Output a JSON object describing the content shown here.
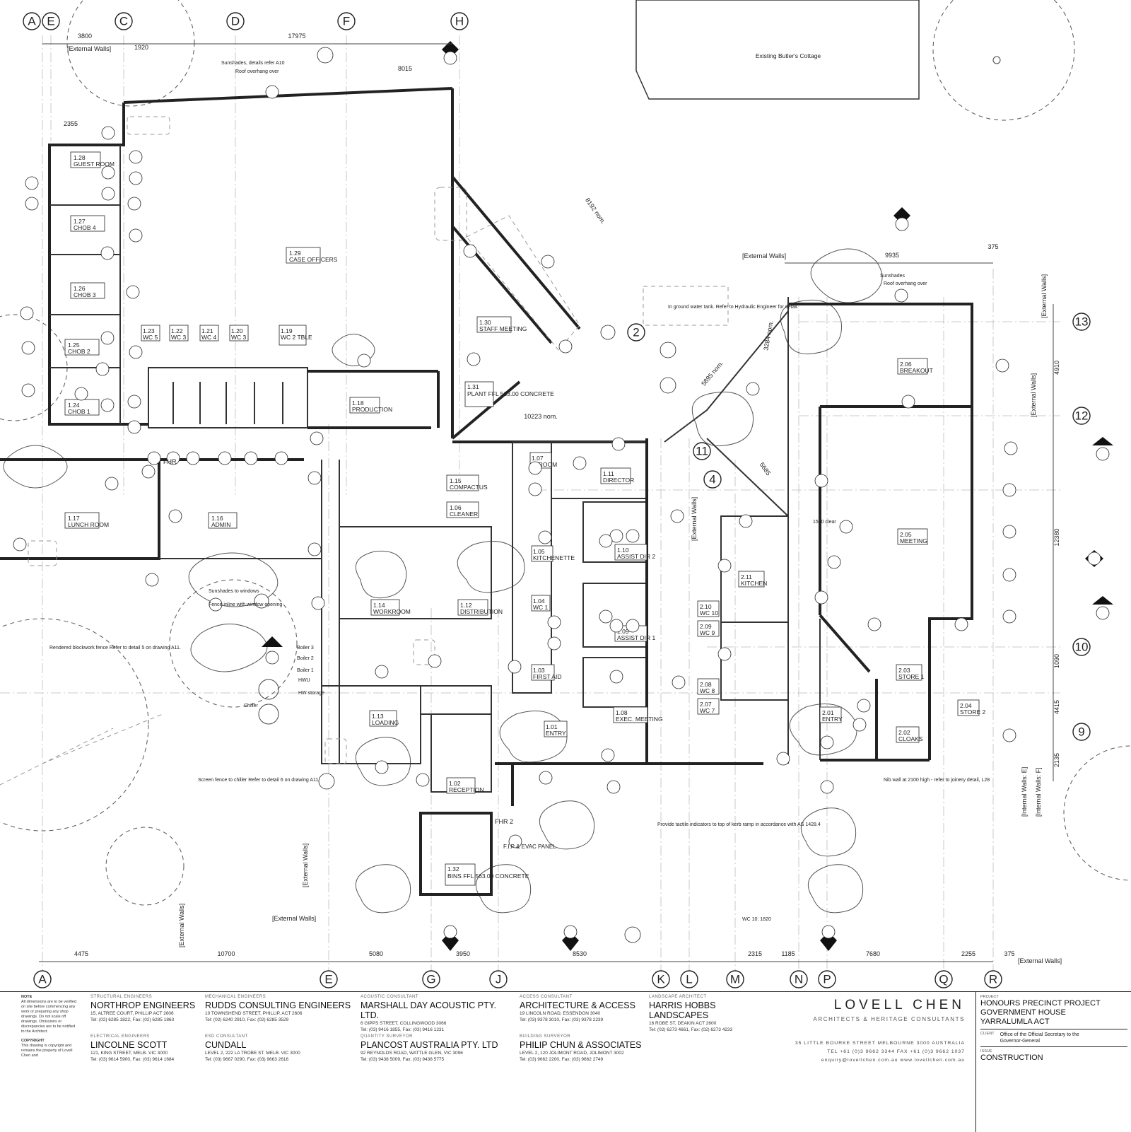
{
  "grid_top": [
    "A",
    "E",
    "C",
    "D",
    "F",
    "H"
  ],
  "grid_bottom": [
    "A",
    "E",
    "G",
    "J",
    "K",
    "L",
    "M",
    "N",
    "P",
    "Q",
    "R"
  ],
  "grid_right": [
    "13",
    "12",
    "10",
    "9"
  ],
  "grid_mid": [
    "2",
    "11",
    "4"
  ],
  "external_walls": "[External Walls]",
  "internal_walls_e": "[Internal Walls: E]",
  "internal_walls_f": "[Internal Walls: F]",
  "top_dims": [
    "3800",
    "17975",
    "1920",
    "8015",
    "2355",
    "9935",
    "375"
  ],
  "bottom_dims": [
    "4475",
    "10700",
    "5080",
    "3950",
    "8530",
    "2315",
    "1185",
    "7680",
    "2255",
    "375"
  ],
  "right_dims": [
    "4910",
    "12380",
    "1090",
    "4415",
    "2135"
  ],
  "rooms": [
    {
      "num": "1.28",
      "name": "GUEST ROOM"
    },
    {
      "num": "1.27",
      "name": "CHOB 4"
    },
    {
      "num": "1.26",
      "name": "CHOB 3"
    },
    {
      "num": "1.25",
      "name": "CHOB 2"
    },
    {
      "num": "1.24",
      "name": "CHOB 1"
    },
    {
      "num": "1.29",
      "name": "CASE OFFICERS"
    },
    {
      "num": "1.23",
      "name": "WC 5"
    },
    {
      "num": "1.22",
      "name": "WC 3"
    },
    {
      "num": "1.21",
      "name": "WC 4"
    },
    {
      "num": "1.20",
      "name": "WC 3"
    },
    {
      "num": "1.19",
      "name": "WC 2 TBLE"
    },
    {
      "num": "1.18",
      "name": "PRODUCTION"
    },
    {
      "num": "1.31",
      "name": "PLANT FFL 563.00 CONCRETE"
    },
    {
      "num": "1.30",
      "name": "STAFF MEETING"
    },
    {
      "num": "1.17",
      "name": "LUNCH ROOM"
    },
    {
      "num": "1.16",
      "name": "ADMIN"
    },
    {
      "num": "1.15",
      "name": "COMPACTUS"
    },
    {
      "num": "1.06",
      "name": "CLEANER"
    },
    {
      "num": "1.07",
      "name": "IT ROOM"
    },
    {
      "num": "1.11",
      "name": "DIRECTOR"
    },
    {
      "num": "1.05",
      "name": "KITCHENETTE"
    },
    {
      "num": "1.10",
      "name": "ASSIST DIR 2"
    },
    {
      "num": "1.04",
      "name": "WC 1"
    },
    {
      "num": "1.14",
      "name": "WORKROOM"
    },
    {
      "num": "1.12",
      "name": "DISTRIBUTION"
    },
    {
      "num": "1.09",
      "name": "ASSIST DIR 1"
    },
    {
      "num": "1.03",
      "name": "FIRST AID"
    },
    {
      "num": "1.13",
      "name": "LOADING"
    },
    {
      "num": "1.01",
      "name": "ENTRY"
    },
    {
      "num": "1.08",
      "name": "EXEC. MEETING"
    },
    {
      "num": "1.02",
      "name": "RECEPTION"
    },
    {
      "num": "1.32",
      "name": "BINS FFL 563.00 CONCRETE"
    },
    {
      "num": "2.06",
      "name": "BREAKOUT"
    },
    {
      "num": "2.05",
      "name": "MEETING"
    },
    {
      "num": "2.11",
      "name": "KITCHEN"
    },
    {
      "num": "2.10",
      "name": "WC 10"
    },
    {
      "num": "2.09",
      "name": "WC 9"
    },
    {
      "num": "2.08",
      "name": "WC 8"
    },
    {
      "num": "2.07",
      "name": "WC 7"
    },
    {
      "num": "2.01",
      "name": "ENTRY"
    },
    {
      "num": "2.03",
      "name": "STORE 1"
    },
    {
      "num": "2.04",
      "name": "STORE 2"
    },
    {
      "num": "2.02",
      "name": "CLOAKS"
    }
  ],
  "notes": {
    "butler": "Existing Butler's Cottage",
    "sunshades": "Sunshades, details refer A10",
    "roof": "Roof overhang over",
    "water_tank": "In ground water tank. Refer to Hydraulic Engineer for detail.",
    "fence": "Rendered blockwork fence Refer to detail 5 on drawing A11.",
    "sunshades_windows": "Sunshades to windows",
    "fence_inline": "Fence inline with window opening",
    "screen": "Screen fence to chiller Refer to detail 6 on drawing A11.",
    "tactile": "Provide tactile indicators to top of kerb ramp in accordance with AS 1428.4",
    "nib": "Nib wall at 2100 high - refer to joinery detail, L28",
    "chiller": "Chiller",
    "boiler3": "Boiler 3",
    "boiler2": "Boiler 2",
    "boiler1": "Boiler 1",
    "hwu": "HWU",
    "hw": "HW storage",
    "fip": "F.I.P & EVAC PANEL",
    "fhr": "FHR",
    "fhr2": "FHR 2",
    "dim_10223": "10223 nom.",
    "dim_8192": "8192 nom.",
    "dim_5895": "5895 nom.",
    "dim_3284": "3284 nom.",
    "dim_5685": "5685",
    "sunshades2": "Sunshades",
    "roof2": "Roof overhang over",
    "wc10": "WC 10: 1820",
    "clear": "1500 clear"
  },
  "title_block": {
    "note_cap": "NOTE",
    "note_text": "All dimensions are to be verified on site before commencing any work or preparing any shop drawings. Do not scale off drawings. Omissions or discrepancies are to be notified to the Architect.",
    "copyright_cap": "COPYRIGHT",
    "copyright_text": "This drawing is copyright and remains the property of Lovell Chen and",
    "consultants": [
      {
        "cap": "STRUCTURAL ENGINEERS",
        "name": "NORTHROP ENGINEERS",
        "addr": "15, ALTREE COURT, PHILLIP ACT 2606",
        "tel": "Tel: (02) 6285 1822, Fax: (02) 6285 1863"
      },
      {
        "cap": "ELECTRICAL ENGINEERS",
        "name": "LINCOLNE SCOTT",
        "addr": "121, KING STREET, MELB. VIC 3000",
        "tel": "Tel: (03) 9614 5900, Fax: (03) 9614 1684"
      },
      {
        "cap": "MECHANICAL ENGINEERS",
        "name": "RUDDS CONSULTING ENGINEERS",
        "addr": "10 TOWNSHEND STREET, PHILLIP, ACT 2606",
        "tel": "Tel: (02) 6240 2910, Fax: (02) 6285 3529"
      },
      {
        "cap": "ESD CONSULTANT",
        "name": "CUNDALL",
        "addr": "LEVEL 2, 222 LA TROBE ST. MELB. VIC 3000",
        "tel": "Tel: (03) 9667 0290, Fax: (03) 9663 2616"
      },
      {
        "cap": "ACOUSTIC CONSULTANT",
        "name": "MARSHALL DAY ACOUSTIC PTY. LTD.",
        "addr": "6 GIPPS STREET, COLLINGWOOD 3066",
        "tel": "Tel: (03) 9416 1855, Fax: (03) 9416 1231"
      },
      {
        "cap": "QUANTITY SURVEYOR",
        "name": "PLANCOST AUSTRALIA PTY. LTD",
        "addr": "92 REYNOLDS ROAD, WATTLE GLEN, VIC 3096",
        "tel": "Tel: (03) 9438 5009, Fax: (03) 9438 5775"
      },
      {
        "cap": "ACCESS CONSULTANT",
        "name": "ARCHITECTURE & ACCESS",
        "addr": "19 LINCOLN ROAD, ESSENDON 3040",
        "tel": "Tel: (03) 9378 3010, Fax: (03) 9378 2239"
      },
      {
        "cap": "BUILDING SURVEYOR",
        "name": "PHILIP CHUN & ASSOCIATES",
        "addr": "LEVEL 2, 120 JOLIMONT ROAD, JOLIMONT 3002",
        "tel": "Tel: (03) 9662 2200, Fax: (03) 9662 2749"
      },
      {
        "cap": "LANDSCAPE ARCHITECT",
        "name": "HARRIS HOBBS LANDSCAPES",
        "addr": "16 ROBE ST, DEAKIN ACT 2600",
        "tel": "Tel: (02) 6273 4661, Fax: (02) 6273 4233"
      }
    ],
    "firm": "LOVELL CHEN",
    "firm_sub": "ARCHITECTS & HERITAGE CONSULTANTS",
    "firm_addr1": "35 LITTLE BOURKE STREET  MELBOURNE 3000  AUSTRALIA",
    "firm_addr2": "TEL +61 (0)3 9662 3344  FAX +61 (0)3 9662 1037",
    "firm_addr3": "enquiry@lovellchen.com.au  www.lovellchen.com.au",
    "project_cap": "PROJECT",
    "project1": "HONOURS PRECINCT PROJECT",
    "project2": "GOVERNMENT HOUSE",
    "project3": "YARRALUMLA  ACT",
    "client_cap": "CLIENT",
    "client": "Office of the Official Secretary to the Governor-General",
    "issue_cap": "ISSUE",
    "issue": "CONSTRUCTION"
  }
}
